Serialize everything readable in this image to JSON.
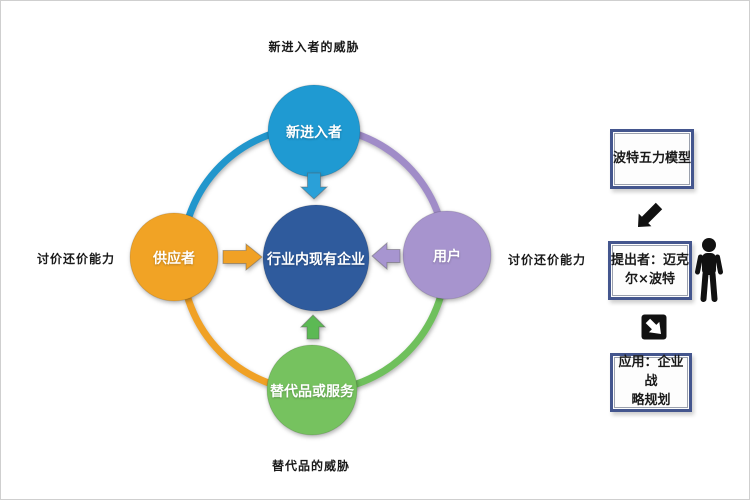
{
  "diagram": {
    "top_label": "新进入者的威胁",
    "left_label": "讨价还价能力",
    "right_label": "讨价还价能力",
    "bottom_label": "替代品的威胁",
    "nodes": {
      "new_entrants": {
        "label": "新进入者",
        "color": "#1f9ad2"
      },
      "suppliers": {
        "label": "供应者",
        "color": "#f1a325"
      },
      "incumbents": {
        "label": "行业内现有企业",
        "color": "#2f5b9d"
      },
      "buyers": {
        "label": "用户",
        "color": "#a794ce"
      },
      "substitutes": {
        "label": "替代品或服务",
        "color": "#76c25f"
      }
    },
    "arcs": {
      "top_left_color": "#2196cc",
      "top_right_color": "#a08cc8",
      "bottom_left_color": "#f0a125",
      "bottom_right_color": "#6fc05c"
    },
    "arrows": {
      "from_top_color": "#2aa0d8",
      "from_left_color": "#f0a125",
      "from_right_color": "#a795d0",
      "from_bottom_color": "#5cb954"
    }
  },
  "sidebar": {
    "model_box_label": "波特五力模型",
    "proposer_box_lines": [
      "提出者：迈克",
      "尔×波特"
    ],
    "application_box_lines": [
      "应用：企业战",
      "略规划"
    ],
    "box_border_color": "#44568e",
    "icon_color": "#111111",
    "icons": {
      "arrow_down_left": "bold-southwest-arrow",
      "arrow_down_right": "boxed-southeast-arrow",
      "person": "standing-person-pictogram"
    }
  }
}
